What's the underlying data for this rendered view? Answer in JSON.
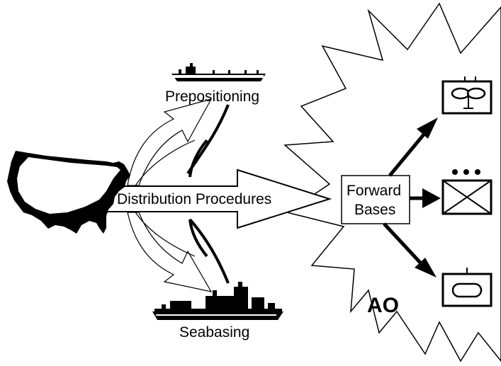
{
  "labels": {
    "prepositioning": "Prepositioning",
    "distribution": "Distribution Procedures",
    "seabasing": "Seabasing",
    "forward_line1": "Forward",
    "forward_line2": "Bases",
    "ao": "AO"
  },
  "icons": {
    "us_map": "united-states-map-icon",
    "preposition_ship": "cargo-ship-icon",
    "seabase_ship": "warship-icon",
    "unit_top": "aviation-unit-symbol-icon",
    "unit_middle": "infantry-unit-symbol-icon",
    "unit_bottom": "armor-unit-symbol-icon"
  },
  "colors": {
    "ink": "#000000",
    "paper": "#ffffff"
  }
}
